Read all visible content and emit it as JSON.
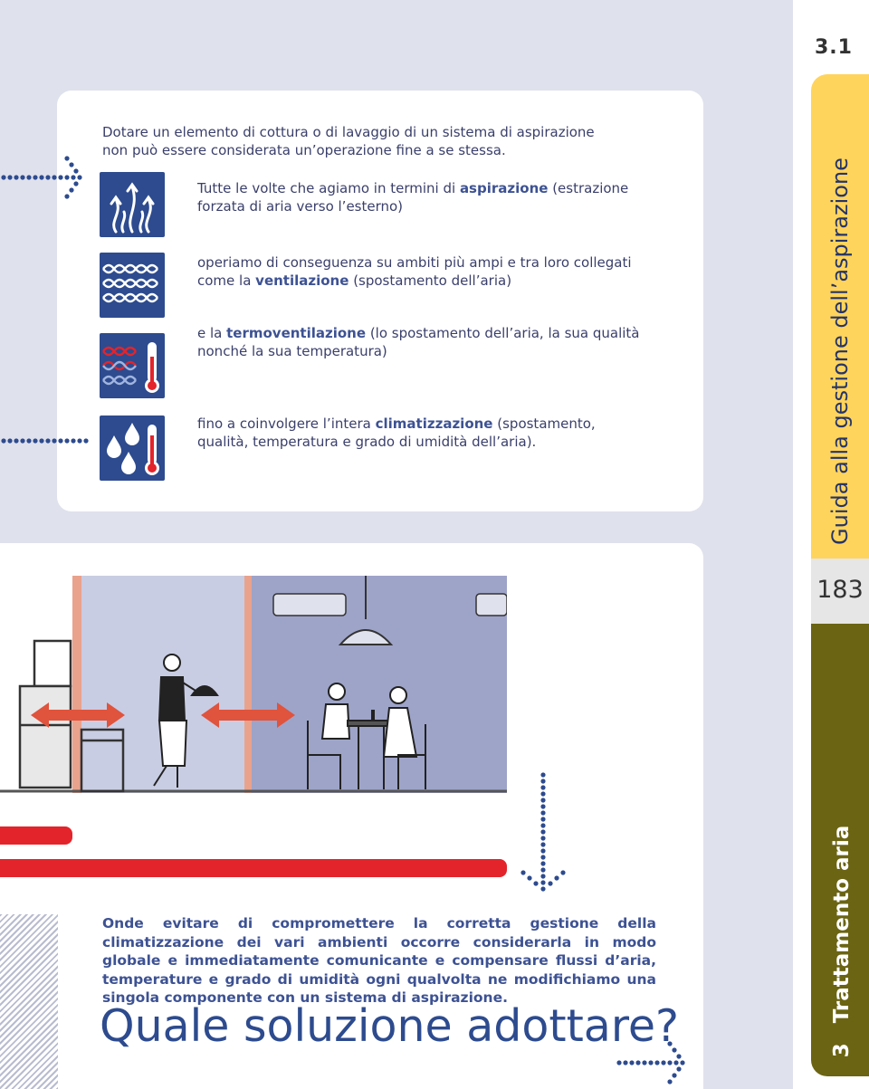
{
  "intro": "Dotare un elemento di cottura o di lavaggio di un sistema di aspirazione non può essere considerata un’operazione fine a se stessa.",
  "items": [
    {
      "before": "Tutte le volte che agiamo in termini di ",
      "keyword": "aspirazione",
      "after": " (estrazione forzata di aria verso l’esterno)",
      "icon": "arrows-up-icon"
    },
    {
      "before": "operiamo di conseguenza su ambiti più ampi e tra loro collegati come la ",
      "keyword": "ventilazione",
      "after": " (spostamento dell’aria)",
      "icon": "wave-mesh-icon"
    },
    {
      "before": "e la ",
      "keyword": "termoventilazione",
      "after": " (lo spostamento dell’aria, la sua qualità nonché la sua temperatura)",
      "icon": "mesh-thermometer-icon"
    },
    {
      "before": "fino a coinvolgere l’intera ",
      "keyword": "climatizzazione",
      "after": " (spostamento, qualità, temperatura e grado di umidità dell’aria).",
      "icon": "drops-thermometer-icon"
    }
  ],
  "closing": "Onde evitare di compromettere la corretta gestione della climatizzazione dei vari ambienti occorre considerarla in modo globale e immediatamente comunicante e compensare flussi d’aria, temperature e grado di umidità ogni qualvolta ne modifichiamo una singola componente con un sistema di aspirazione.",
  "question": "Quale soluzione adottare?",
  "sidebar": {
    "section": "3.1",
    "title": "Guida alla gestione dell’aspirazione",
    "page": "183",
    "chapter_number": "3",
    "chapter_title": "Trattamento aria"
  },
  "colors": {
    "accent": "#3d5293",
    "yellow": "#ffd45c",
    "olive": "#6b6413",
    "red": "#e3242b",
    "lavender": "#dfe1ec"
  }
}
